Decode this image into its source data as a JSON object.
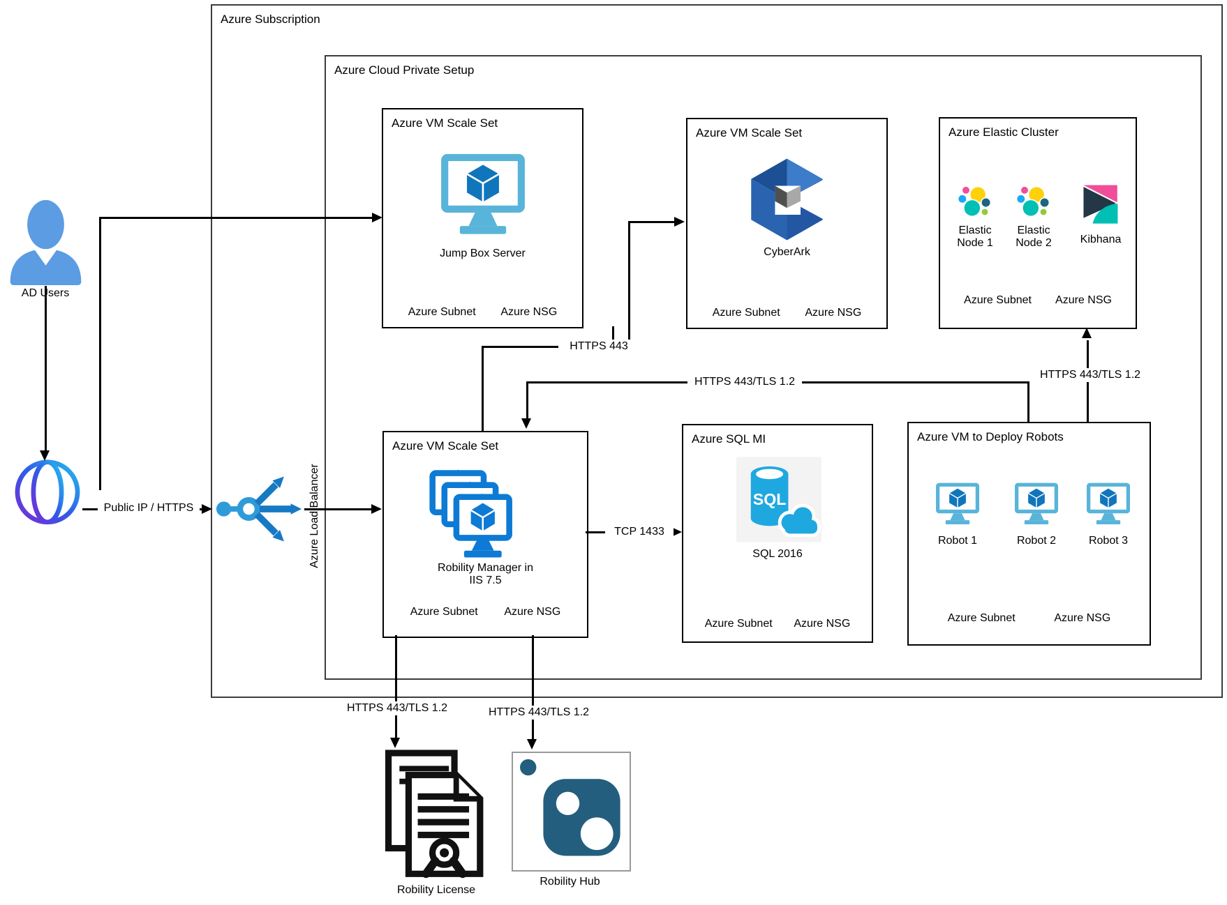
{
  "diagram": {
    "subscription_label": "Azure Subscription",
    "private_setup_label": "Azure Cloud Private Setup"
  },
  "boxes": {
    "jumpbox": {
      "title": "Azure VM Scale Set",
      "label": "Jump Box Server",
      "subnet": "Azure Subnet",
      "nsg": "Azure NSG"
    },
    "cyberark": {
      "title": "Azure VM Scale Set",
      "label": "CyberArk",
      "subnet": "Azure Subnet",
      "nsg": "Azure NSG"
    },
    "elastic": {
      "title": "Azure Elastic Cluster",
      "node1": "Elastic Node 1",
      "node2": "Elastic Node 2",
      "kibana": "Kibhana",
      "subnet": "Azure Subnet",
      "nsg": "Azure NSG"
    },
    "robility": {
      "title": "Azure VM Scale Set",
      "label": "Robility Manager in IIS 7.5",
      "subnet": "Azure Subnet",
      "nsg": "Azure NSG"
    },
    "sqlmi": {
      "title": "Azure SQL MI",
      "label": "SQL 2016",
      "subnet": "Azure Subnet",
      "nsg": "Azure NSG"
    },
    "robots": {
      "title": "Azure VM to Deploy Robots",
      "robot1": "Robot 1",
      "robot2": "Robot 2",
      "robot3": "Robot 3",
      "subnet": "Azure Subnet",
      "nsg": "Azure NSG"
    }
  },
  "external": {
    "ad_users": "AD Users",
    "license": "Robility License",
    "hub": "Robility Hub"
  },
  "connectors": {
    "public_ip": "Public IP / HTTPS",
    "load_balancer": "Azure Load Balancer",
    "https_443": "HTTPS 443",
    "manager_robots": "HTTPS 443/TLS 1.2",
    "robots_elastic": "HTTPS 443/TLS 1.2",
    "manager_license": "HTTPS 443/TLS 1.2",
    "manager_hub": "HTTPS 443/TLS 1.2",
    "tcp_1433": "TCP 1433"
  },
  "colors": {
    "vm_frame": "#59B4D9",
    "vm_cube": "#1076BC",
    "vmss_blue": "#0D7AD5",
    "cyberark_blue": "#2A64B0",
    "sql_cyan": "#1FA8E0",
    "hub_blue": "#235E7E",
    "person_blue": "#5B9CE3",
    "lb_arrow_blue": "#1779C4",
    "lb_light_blue": "#2E9BD8",
    "elastic_yellow": "#FED10A",
    "elastic_teal": "#00BFB3",
    "elastic_pink": "#F04E98",
    "elastic_blue": "#1BA9F5",
    "elastic_green": "#93C83E",
    "elastic_dark": "#1B6580",
    "kibana_pink": "#F04E98",
    "kibana_navy": "#243746",
    "kibana_teal": "#00BFB3",
    "globe_gradient_start": "#7B2BD6",
    "globe_gradient_mid": "#2F5BE8",
    "globe_gradient_end": "#25C0EE",
    "line_black": "#000000"
  }
}
